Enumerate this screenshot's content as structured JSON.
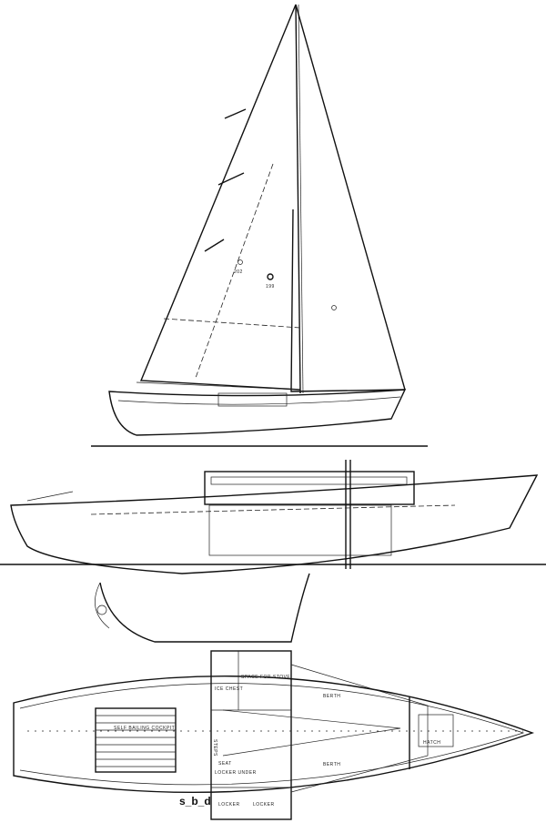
{
  "drawing": {
    "sail_plan": {
      "marks": [
        "202",
        "199"
      ]
    },
    "inboard_profile": {},
    "accommodation_plan": {
      "labels": {
        "cockpit": "SELF BAILING COCKPIT",
        "steps": "STEPS",
        "hatch": "HATCH",
        "berth_port": "BERTH",
        "berth_stbd": "BERTH",
        "seat": "SEAT",
        "locker_under": "LOCKER UNDER",
        "locker_1": "LOCKER",
        "locker_2": "LOCKER",
        "chest": "ICE CHEST",
        "stove": "SPACE FOR STOVE"
      }
    },
    "logo": "s_b_d"
  }
}
